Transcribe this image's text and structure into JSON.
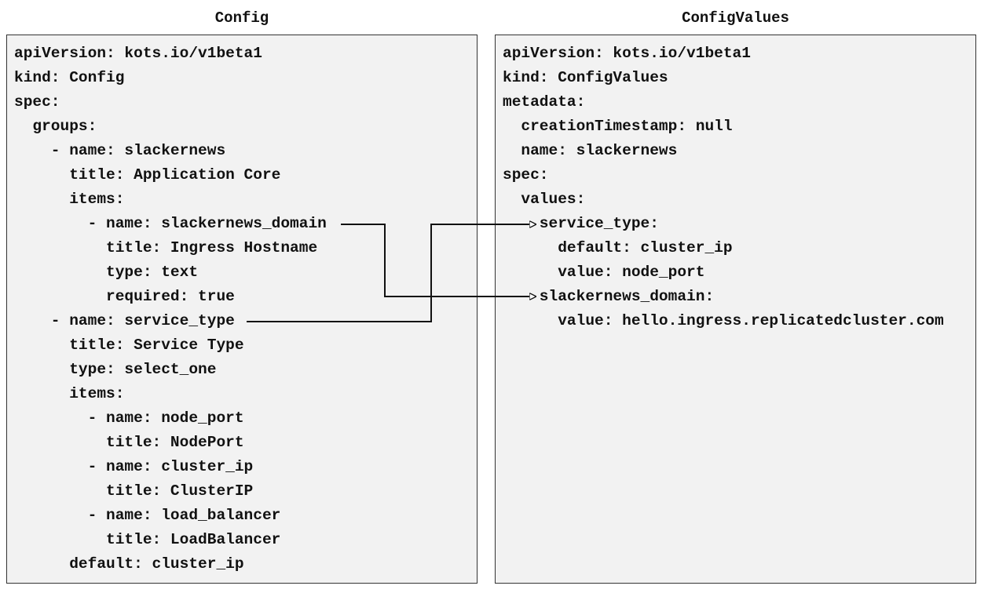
{
  "titles": {
    "config": "Config",
    "config_values": "ConfigValues"
  },
  "config": {
    "lines": [
      "apiVersion: kots.io/v1beta1",
      "kind: Config",
      "spec:",
      "  groups:",
      "    - name: slackernews",
      "      title: Application Core",
      "      items:",
      "        - name: slackernews_domain",
      "          title: Ingress Hostname",
      "          type: text",
      "          required: true",
      "    - name: service_type",
      "      title: Service Type",
      "      type: select_one",
      "      items:",
      "        - name: node_port",
      "          title: NodePort",
      "        - name: cluster_ip",
      "          title: ClusterIP",
      "        - name: load_balancer",
      "          title: LoadBalancer",
      "      default: cluster_ip"
    ]
  },
  "config_values": {
    "lines": [
      "apiVersion: kots.io/v1beta1",
      "kind: ConfigValues",
      "metadata:",
      "  creationTimestamp: null",
      "  name: slackernews",
      "spec:",
      "  values:",
      "    service_type:",
      "      default: cluster_ip",
      "      value: node_port",
      "    slackernews_domain:",
      "      value: hello.ingress.replicatedcluster.com"
    ]
  },
  "connectors": [
    {
      "from": "slackernews_domain",
      "to": "slackernews_domain"
    },
    {
      "from": "service_type",
      "to": "service_type"
    }
  ],
  "colors": {
    "panel_background": "#f2f2f2",
    "border": "#333333",
    "text": "#111111",
    "connector": "#111111"
  }
}
